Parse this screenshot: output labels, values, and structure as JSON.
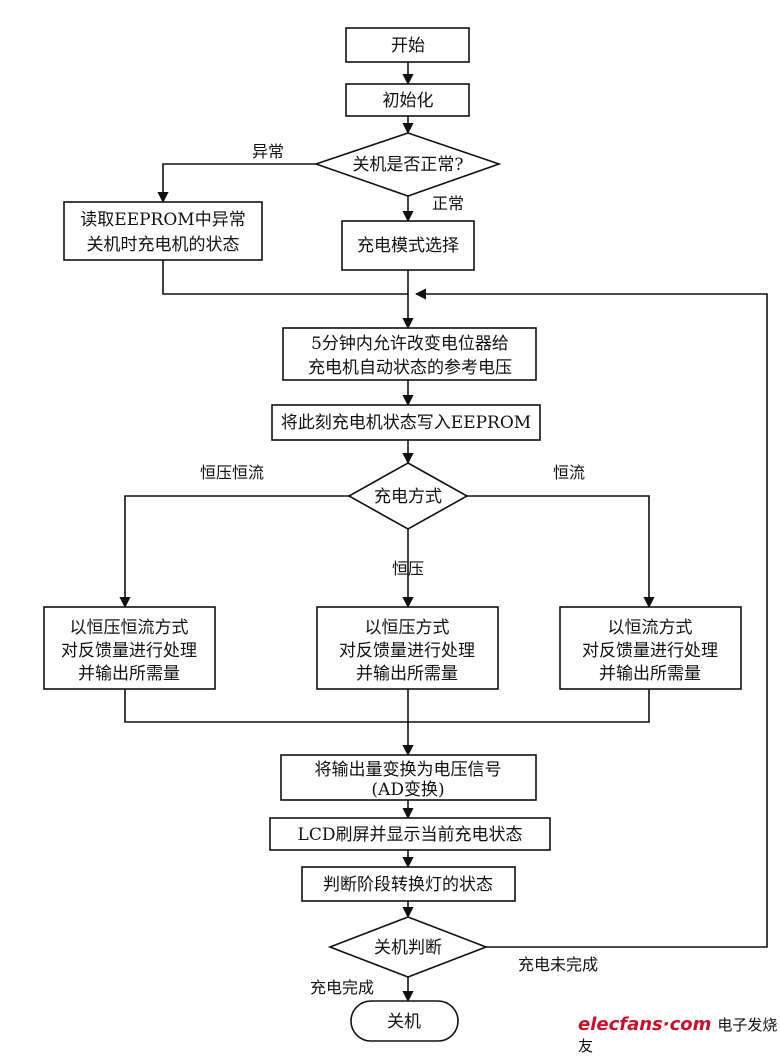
{
  "nodes": {
    "start": "开始",
    "init": "初始化",
    "check_shutdown": "关机是否正常?",
    "read_eeprom": [
      "读取EEPROM中异常",
      "关机时充电机的状态"
    ],
    "mode_select": "充电模式选择",
    "adjust_pot": [
      "5分钟内允许改变电位器给",
      "充电机自动状态的参考电压"
    ],
    "write_eeprom": "将此刻充电机状态写入EEPROM",
    "charge_method": "充电方式",
    "cccv_process": [
      "以恒压恒流方式",
      "对反馈量进行处理",
      "并输出所需量"
    ],
    "cv_process": [
      "以恒压方式",
      "对反馈量进行处理",
      "并输出所需量"
    ],
    "cc_process": [
      "以恒流方式",
      "对反馈量进行处理",
      "并输出所需量"
    ],
    "convert_output": [
      "将输出量变换为电压信号",
      "(AD变换)"
    ],
    "lcd_refresh": "LCD刷屏并显示当前充电状态",
    "judge_stage": "判断阶段转换灯的状态",
    "shutdown_judge": "关机判断",
    "shutdown": "关机"
  },
  "edge_labels": {
    "abnormal": "异常",
    "normal": "正常",
    "cccv": "恒压恒流",
    "cv": "恒压",
    "cc": "恒流",
    "not_complete": "充电未完成",
    "complete": "充电完成"
  },
  "watermark": {
    "brand": "elecfans·com",
    "suffix": "电子发烧友"
  }
}
